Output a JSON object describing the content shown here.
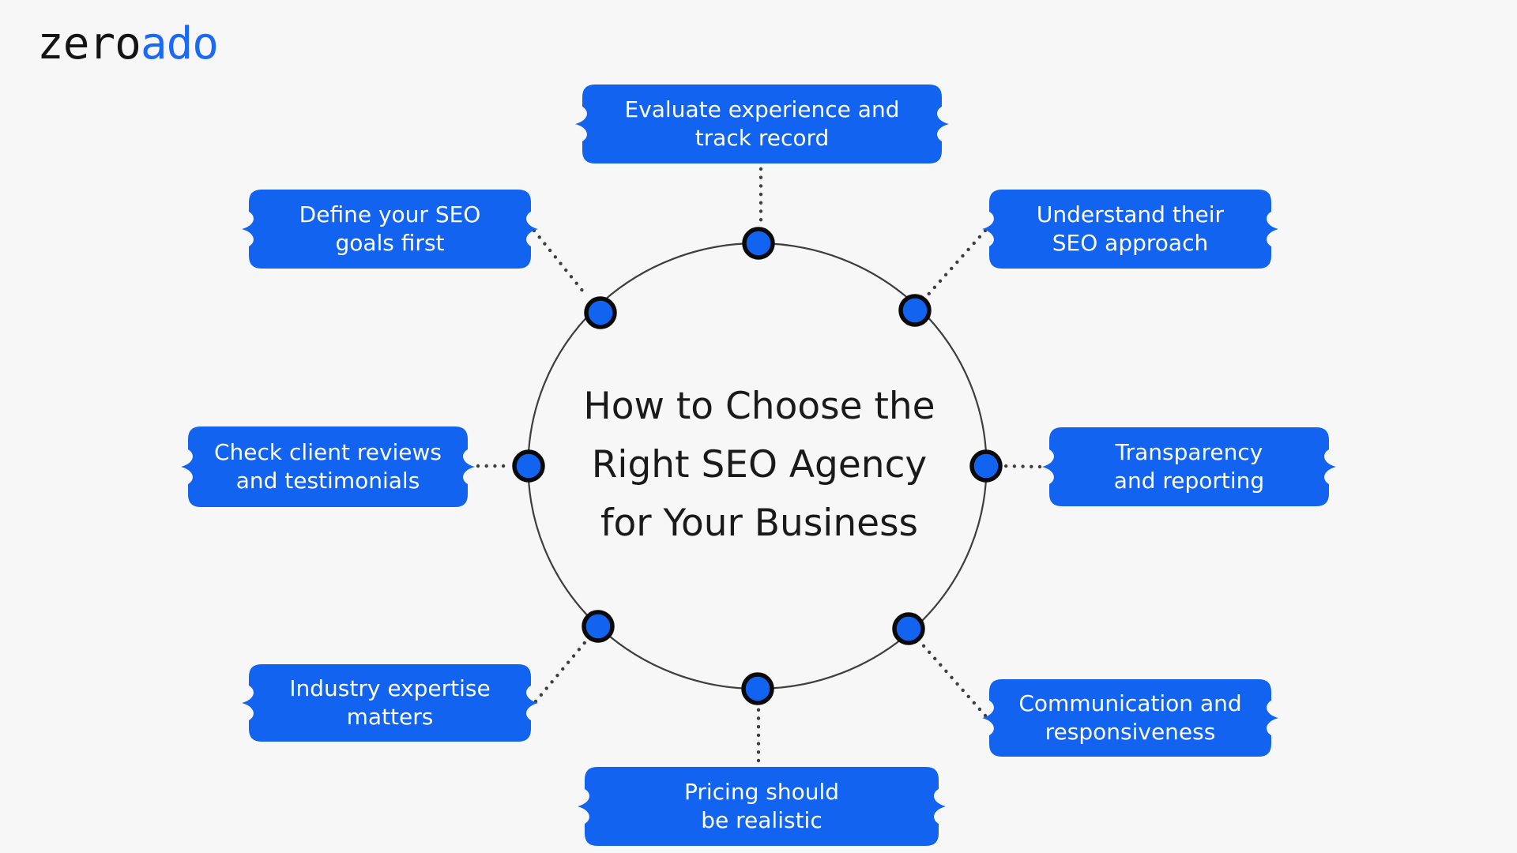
{
  "logo": {
    "prefix": "zero",
    "suffix": "ado"
  },
  "center": {
    "title_lines": [
      "How to Choose the",
      "Right SEO Agency",
      "for Your Business"
    ]
  },
  "topics": [
    {
      "id": "evaluate-experience",
      "position": "top",
      "lines": [
        "Evaluate experience and",
        "track record"
      ]
    },
    {
      "id": "understand-seo-approach",
      "position": "upper-right",
      "lines": [
        "Understand their",
        "SEO approach"
      ]
    },
    {
      "id": "transparency-reporting",
      "position": "right",
      "lines": [
        "Transparency",
        "and reporting"
      ]
    },
    {
      "id": "communication-responsiveness",
      "position": "lower-right",
      "lines": [
        "Communication and",
        "responsiveness"
      ]
    },
    {
      "id": "pricing-realistic",
      "position": "bottom",
      "lines": [
        "Pricing should",
        "be realistic"
      ]
    },
    {
      "id": "industry-expertise",
      "position": "lower-left",
      "lines": [
        "Industry expertise",
        "matters"
      ]
    },
    {
      "id": "check-client-reviews",
      "position": "left",
      "lines": [
        "Check client reviews",
        "and testimonials"
      ]
    },
    {
      "id": "define-seo-goals",
      "position": "upper-left",
      "lines": [
        "Define your SEO",
        "goals first"
      ]
    }
  ],
  "colors": {
    "background": "#f7f7f8",
    "accent": "#1264f0",
    "connector": "#3e3e3e",
    "node_outline": "#0a0a0a",
    "bubble_text": "#ffffff",
    "title_text": "#1a1a1a",
    "logo_primary": "#141414",
    "logo_accent": "#1b6af7"
  }
}
